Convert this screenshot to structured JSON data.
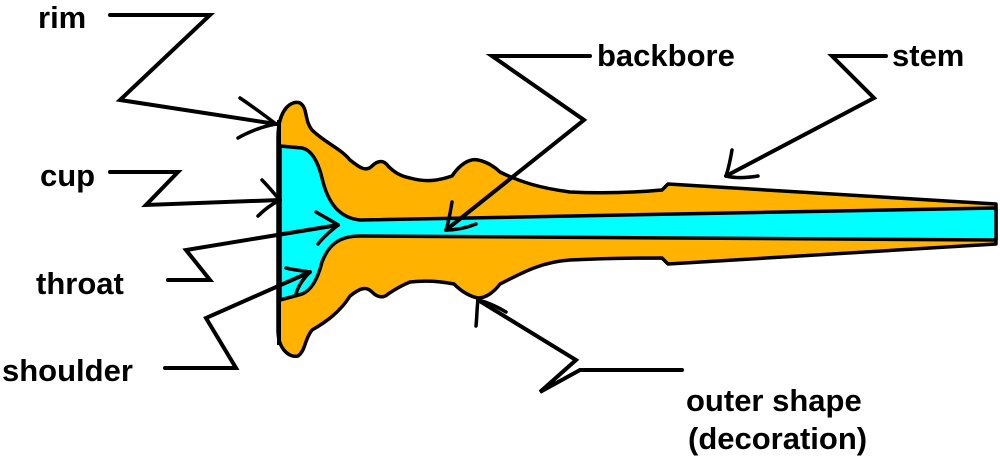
{
  "colors": {
    "body": "#FFB300",
    "bore": "#00FFFF",
    "outline": "#000000",
    "text": "#000000",
    "background": "#FFFFFF"
  },
  "labels": {
    "rim": "rim",
    "cup": "cup",
    "throat": "throat",
    "shoulder": "shoulder",
    "backbore": "backbore",
    "stem": "stem",
    "outer_shape_line1": "outer shape",
    "outer_shape_line2": "(decoration)"
  }
}
